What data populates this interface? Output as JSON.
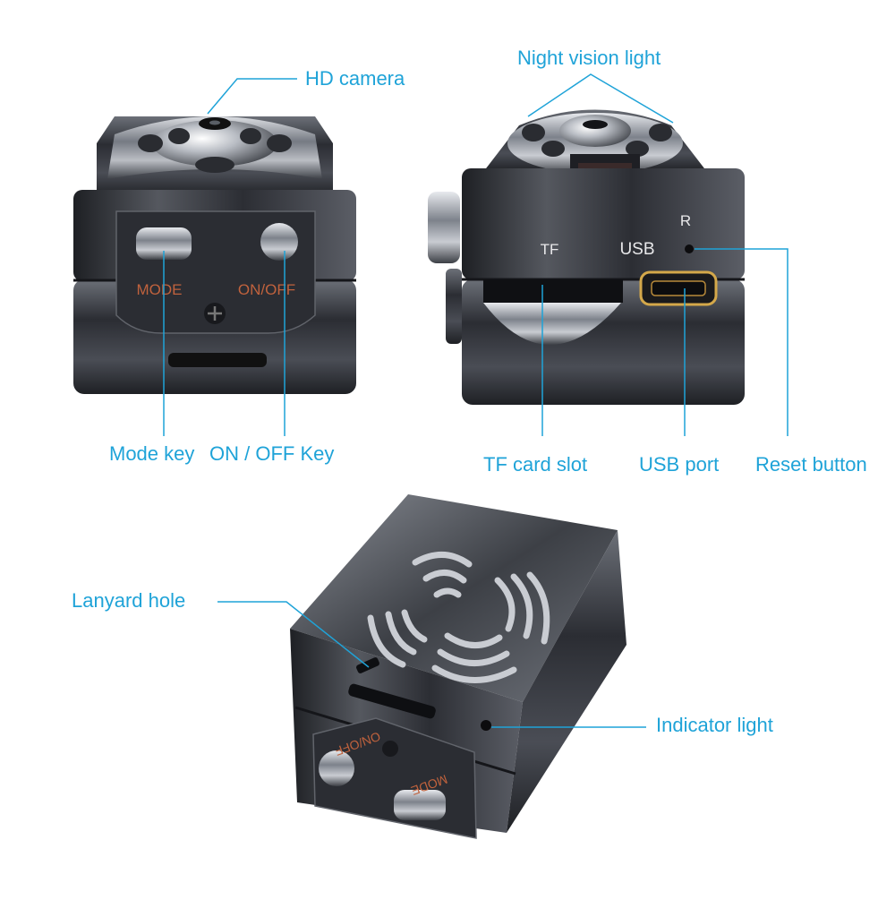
{
  "colors": {
    "callout_text": "#1fa3d8",
    "callout_line": "#1fa3d8",
    "device_body": "#3a3c42",
    "device_highlight": "#9aa0a8",
    "device_panel_text": "#c0623d",
    "usb_port_rim": "#d4a84a"
  },
  "views": {
    "front": {
      "button_labels": {
        "mode": "MODE",
        "power": "ON/OFF"
      },
      "callouts": {
        "camera": "HD camera",
        "mode_key": "Mode key",
        "power_key": "ON / OFF Key"
      }
    },
    "side": {
      "port_labels": {
        "tf": "TF",
        "usb": "USB",
        "reset": "R"
      },
      "callouts": {
        "night_vision": "Night vision light",
        "tf_slot": "TF card slot",
        "usb_port": "USB port",
        "reset": "Reset button"
      }
    },
    "bottom": {
      "button_labels": {
        "mode": "MODE",
        "power": "ON/OFF"
      },
      "callouts": {
        "lanyard": "Lanyard hole",
        "indicator": "Indicator light"
      }
    }
  },
  "icons": [
    "camera-lens-icon",
    "ir-led-icon",
    "screw-icon",
    "usb-port-icon",
    "speaker-grille-icon"
  ]
}
